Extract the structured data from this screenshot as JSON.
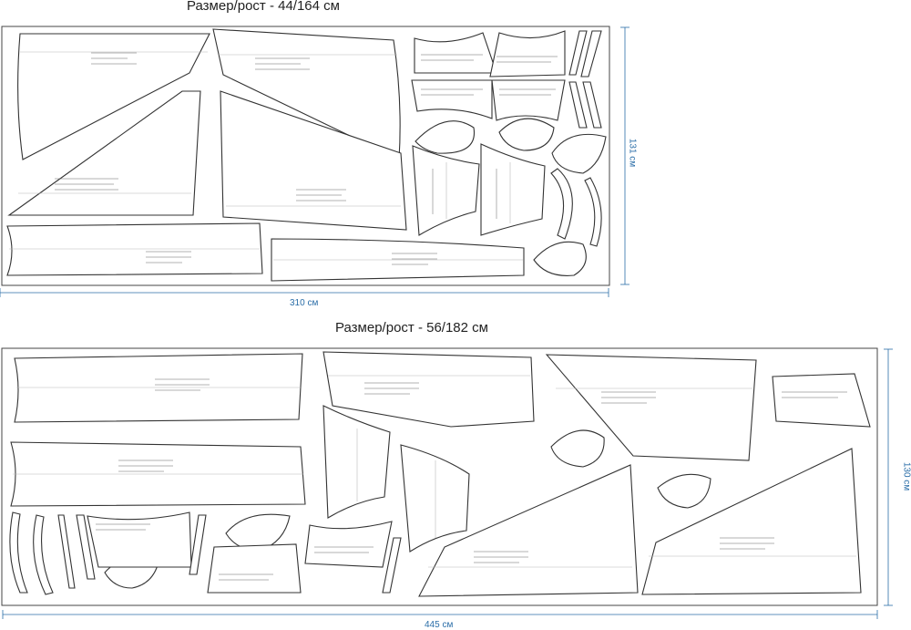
{
  "layouts": [
    {
      "size_label": "Размер/рост - 44/164 см",
      "width_label": "310 см",
      "height_label": "131 см"
    },
    {
      "size_label": "Размер/рост - 56/182 см",
      "width_label": "445 см",
      "height_label": "130 см"
    }
  ],
  "colors": {
    "dimension": "#2b6ea8",
    "outline": "#333333"
  }
}
